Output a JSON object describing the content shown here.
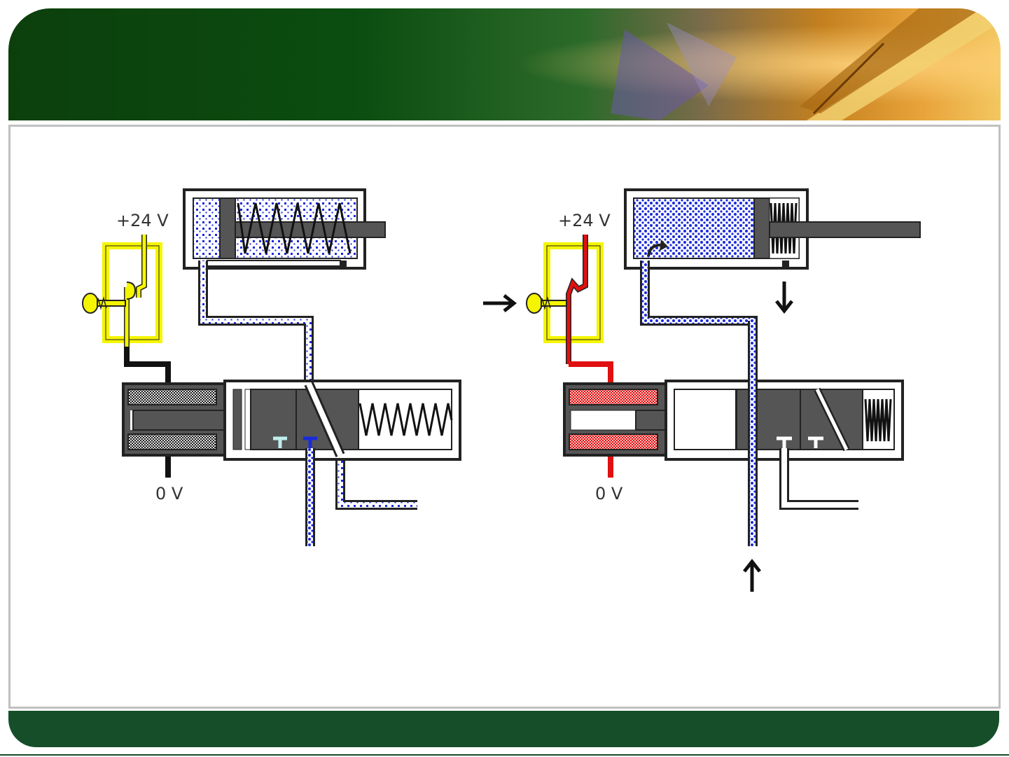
{
  "left_diagram": {
    "supply_label": "+24 V",
    "ground_label": "0 V"
  },
  "right_diagram": {
    "supply_label": "+24 V",
    "ground_label": "0 V"
  },
  "colors": {
    "header_green": "#0b4d10",
    "footer_green": "#164e2a",
    "switch_yellow": "#f5f500",
    "energized_red": "#e01010",
    "air_blue": "#1a2adc",
    "valve_gray": "#555555"
  },
  "icons": [
    "fountain-pen-icon",
    "push-button-icon",
    "arrow-right-icon",
    "arrow-down-icon",
    "arrow-up-icon",
    "spring-icon"
  ]
}
